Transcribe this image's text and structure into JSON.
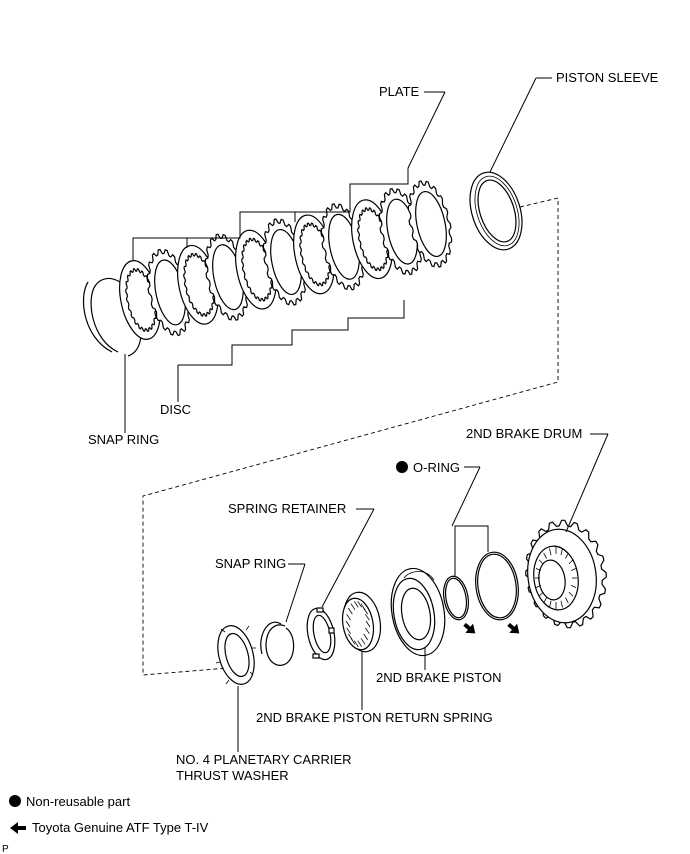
{
  "labels": {
    "plate": "PLATE",
    "piston_sleeve": "PISTON SLEEVE",
    "disc": "DISC",
    "snap_ring_top": "SNAP RING",
    "second_brake_drum": "2ND BRAKE DRUM",
    "o_ring": "O-RING",
    "spring_retainer": "SPRING RETAINER",
    "snap_ring_bottom": "SNAP RING",
    "second_brake_piston": "2ND BRAKE PISTON",
    "return_spring": "2ND BRAKE PISTON RETURN SPRING",
    "thrust_washer_line1": "NO. 4 PLANETARY CARRIER",
    "thrust_washer_line2": "THRUST WASHER"
  },
  "legend": {
    "non_reusable": "Non-reusable part",
    "atf": "Toyota Genuine ATF Type T-IV"
  },
  "corner_mark": "P"
}
